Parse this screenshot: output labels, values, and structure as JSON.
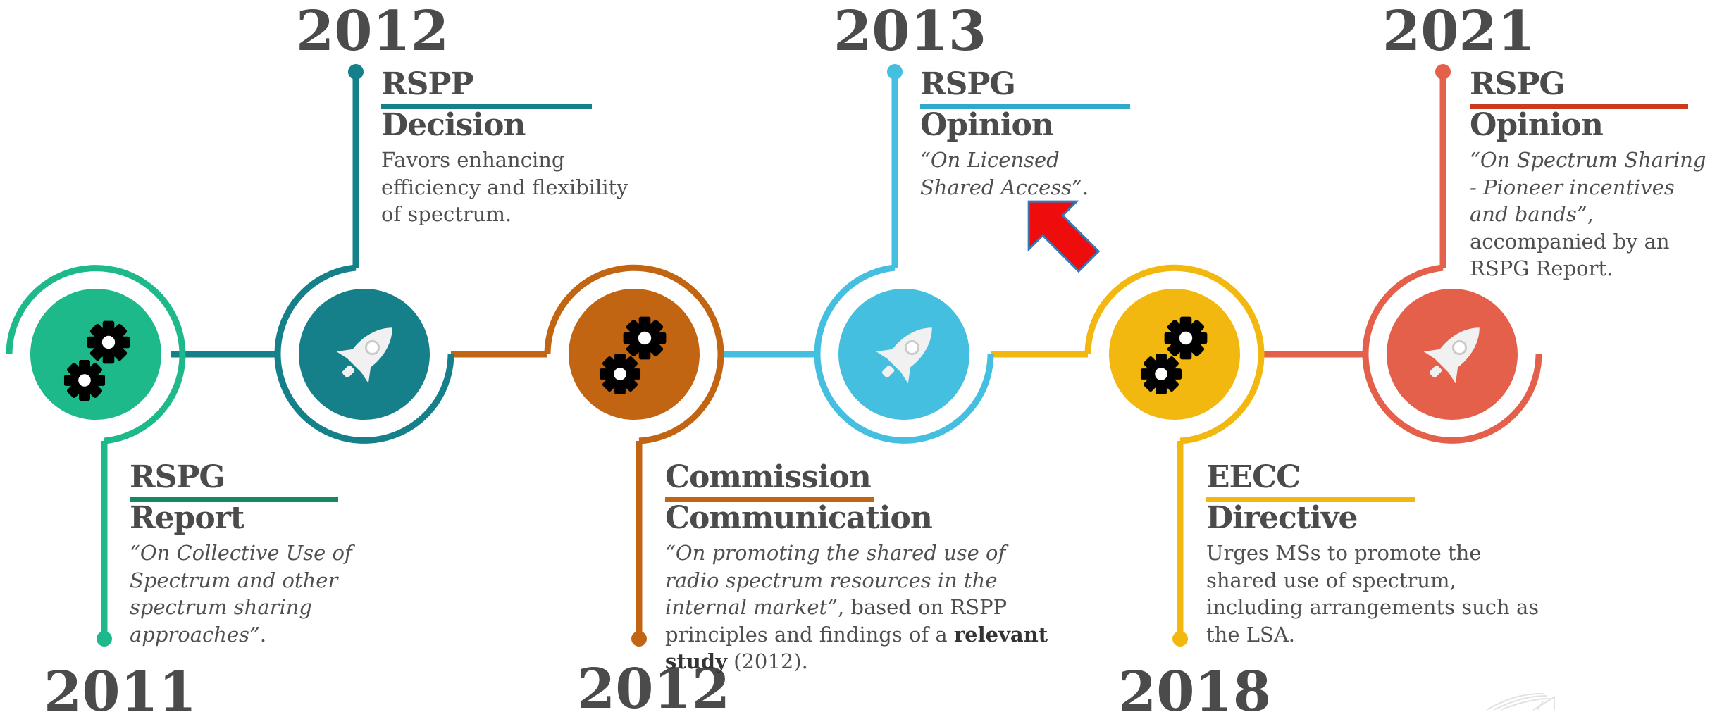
{
  "colors": {
    "m2011": "#1eb98a",
    "m2012a": "#157f8a",
    "m2012b": "#c26513",
    "m2013": "#45bfe0",
    "m2018": "#f3b810",
    "m2021": "#e5604a",
    "arrow": "#ee0c0c",
    "text": "#4b4b4b"
  },
  "milestones": [
    {
      "year": "2011",
      "icon": "gears-icon",
      "org": "RSPG",
      "doc_type": "Report",
      "desc": {
        "quote": "“On Collective Use of Spectrum and other spectrum sharing approaches”",
        "rest": "."
      }
    },
    {
      "year": "2012",
      "icon": "rocket-icon",
      "org": "RSPP",
      "doc_type": "Decision",
      "desc": {
        "text": "Favors enhancing efficiency and flexibility of spectrum."
      }
    },
    {
      "year": "2012",
      "icon": "gears-icon",
      "org": "Commission",
      "doc_type": "Communication",
      "desc": {
        "quote": "“On promoting the shared use of radio spectrum resources in the internal market”",
        "middle": ", based on RSPP principles and findings of a ",
        "strong": "relevant study",
        "tail": " (2012)."
      }
    },
    {
      "year": "2013",
      "icon": "rocket-icon",
      "org": "RSPG",
      "doc_type": "Opinion",
      "desc": {
        "quote": "“On Licensed Shared Access”",
        "rest": "."
      }
    },
    {
      "year": "2018",
      "icon": "gears-icon",
      "org": "EECC",
      "doc_type": "Directive",
      "desc": {
        "text": "Urges MSs to promote the shared use of spectrum, including arrangements such as the LSA."
      }
    },
    {
      "year": "2021",
      "icon": "rocket-icon",
      "org": "RSPG",
      "doc_type": "Opinion",
      "desc": {
        "quote": "“On Spectrum Sharing - Pioneer incentives and bands”",
        "rest": ", accompanied by an RSPG Report."
      }
    }
  ],
  "pointer": {
    "icon": "red-arrow-icon"
  }
}
